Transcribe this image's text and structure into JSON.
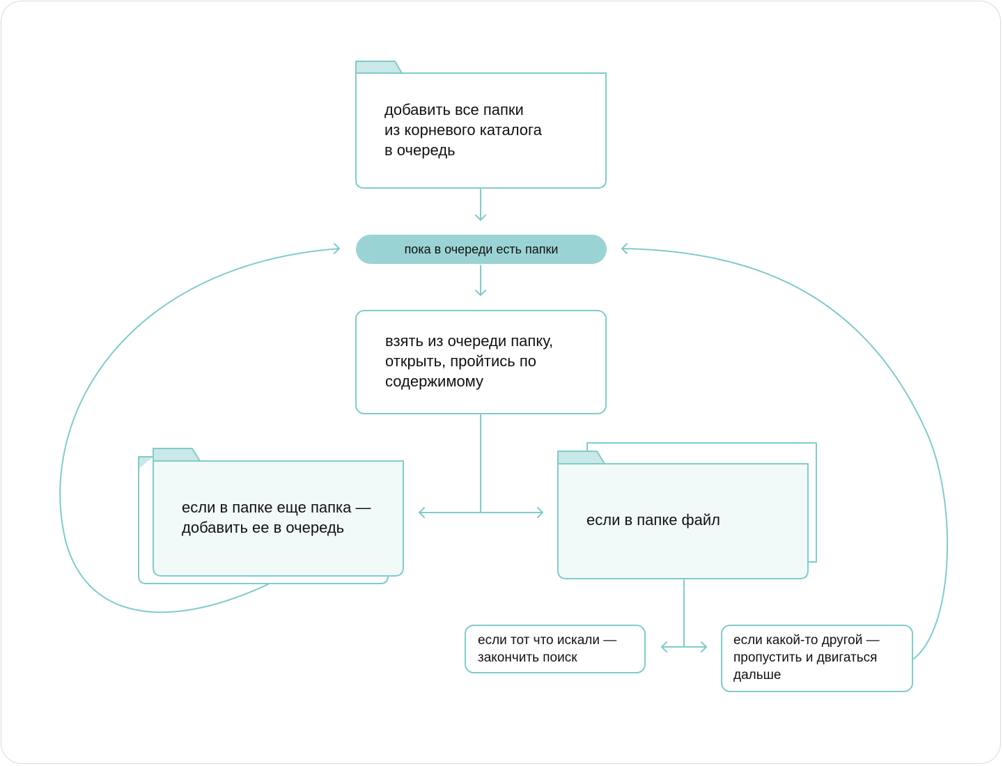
{
  "nodes": {
    "start": "добавить все папки\nиз корневого каталога\nв очередь",
    "loop": "пока в очереди есть папки",
    "take": "взять из очереди папку,\nоткрыть, пройтись по\nсодержимому",
    "folder_branch": "если в папке еще папка —\nдобавить ее в очередь",
    "file_branch": "если в папке файл",
    "found": "если тот что искали —\nзакончить поиск",
    "other": "если какой-то другой  —\nпропустить и двигаться\nдальше"
  },
  "colors": {
    "stroke": "#7fcbcb",
    "pill_fill": "#9ad3d3",
    "tab_fill": "#c9e8e8",
    "folder_fill": "#f1f9f9"
  }
}
